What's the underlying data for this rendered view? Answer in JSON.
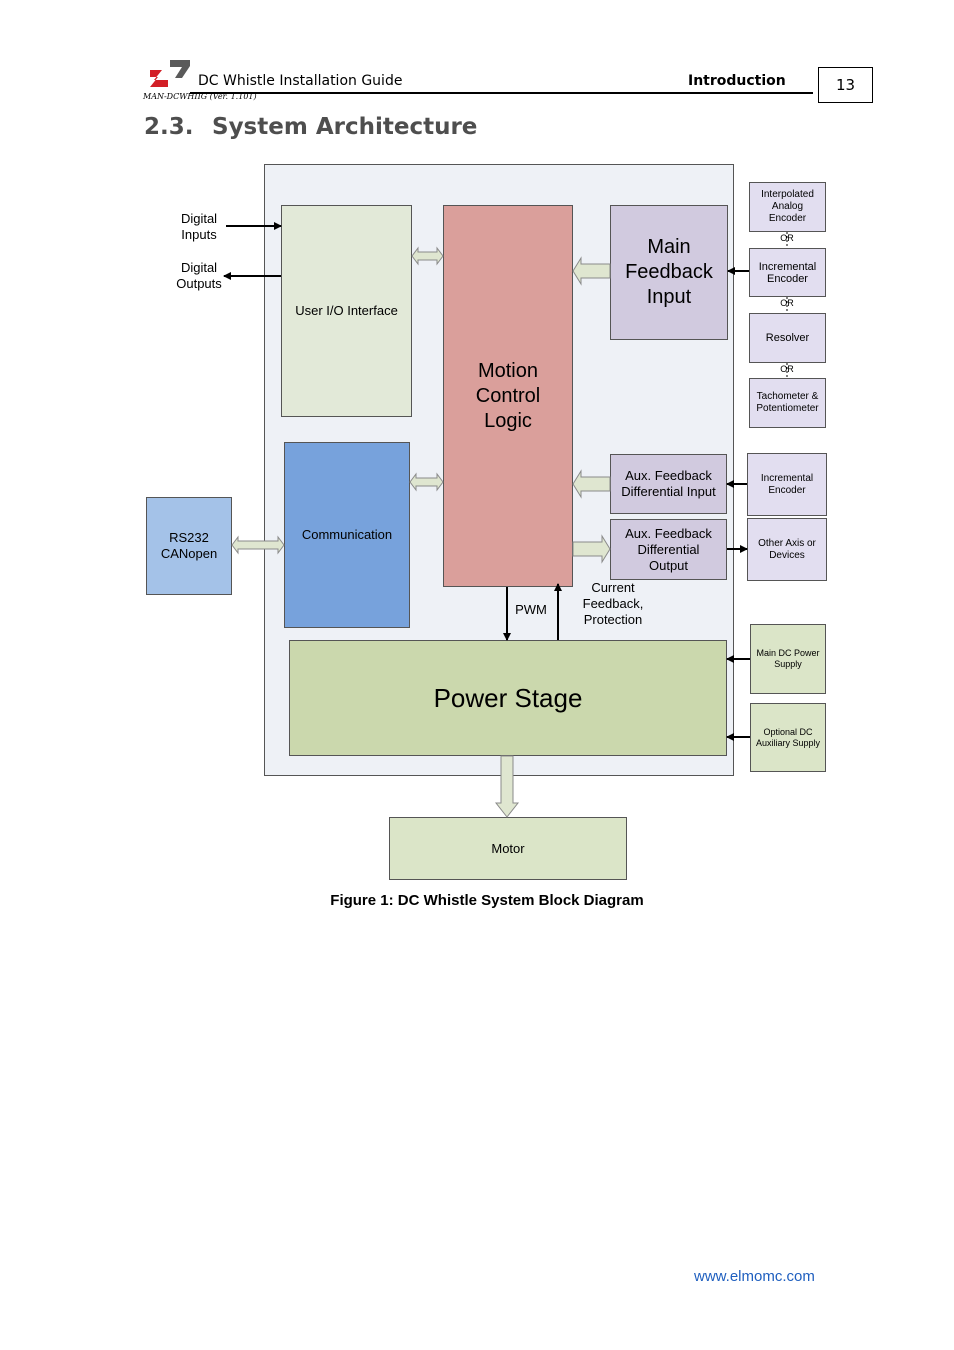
{
  "header": {
    "doc_title": "DC Whistle Installation Guide",
    "section": "Introduction",
    "page_number": "13",
    "doc_code": "MAN-DCWHIIG (Ver. 1.101)"
  },
  "heading": {
    "number": "2.3.",
    "title": "System Architecture"
  },
  "diagram": {
    "user_io": "User I/O Interface",
    "motion_logic": "Motion\nControl\nLogic",
    "main_feedback": "Main\nFeedback\nInput",
    "communication": "Communication",
    "rs232": "RS232\nCANopen",
    "aux_in": "Aux. Feedback\nDifferential Input",
    "aux_out": "Aux. Feedback\nDifferential\nOutput",
    "power_stage": "Power Stage",
    "motor": "Motor",
    "digital_inputs": "Digital\nInputs",
    "digital_outputs": "Digital\nOutputs",
    "pwm": "PWM",
    "current_feedback": "Current\nFeedback,\nProtection",
    "interp_encoder": "Interpolated\nAnalog\nEncoder",
    "incr_encoder": "Incremental\nEncoder",
    "resolver": "Resolver",
    "tacho": "Tachometer &\nPotentiometer",
    "aux_incr_encoder": "Incremental\nEncoder",
    "other_axis": "Other Axis or\nDevices",
    "main_dc": "Main DC Power\nSupply",
    "opt_dc": "Optional DC\nAuxiliary Supply",
    "or_label": "OR"
  },
  "caption": "Figure 1: DC Whistle System Block Diagram",
  "footer": {
    "url": "www.elmomc.com"
  },
  "colors": {
    "logo_red": "#d21f26",
    "logo_grey": "#5a5a5a",
    "heading": "#4e4e4e",
    "link": "#1f5fbf"
  }
}
